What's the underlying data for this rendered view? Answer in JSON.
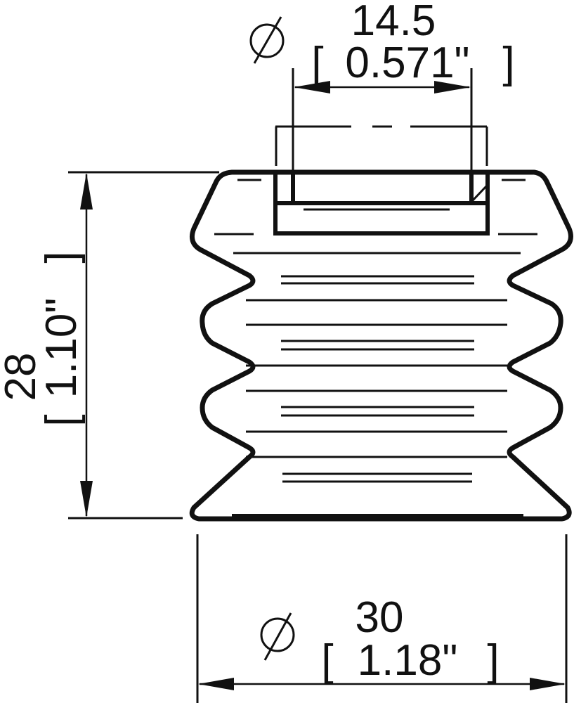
{
  "drawing": {
    "subject": "bellows suction cup",
    "line_color": "#111111",
    "background": "#ffffff"
  },
  "dimensions": {
    "top_diameter": {
      "symbol": "⌀",
      "metric": "14.5",
      "imperial_open": "[",
      "imperial": "0.571\"",
      "imperial_close": "]"
    },
    "height": {
      "metric": "28",
      "imperial_open": "[",
      "imperial": "1.10\"",
      "imperial_close": "]"
    },
    "bottom_diameter": {
      "symbol": "⌀",
      "metric": "30",
      "imperial_open": "[",
      "imperial": "1.18\"",
      "imperial_close": "]"
    }
  }
}
